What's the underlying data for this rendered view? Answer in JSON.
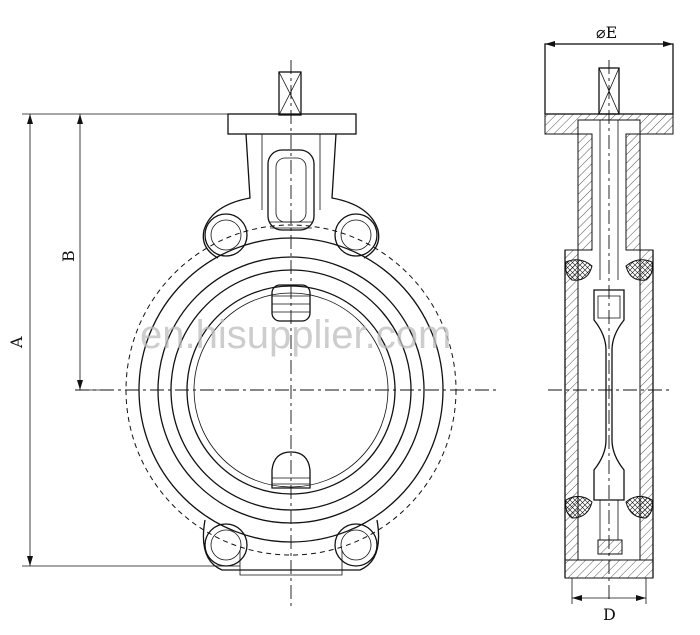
{
  "dimensions": {
    "a": "A",
    "b": "B",
    "d": "D",
    "e": "⌀E"
  },
  "watermark": "en.hisupplier.com"
}
